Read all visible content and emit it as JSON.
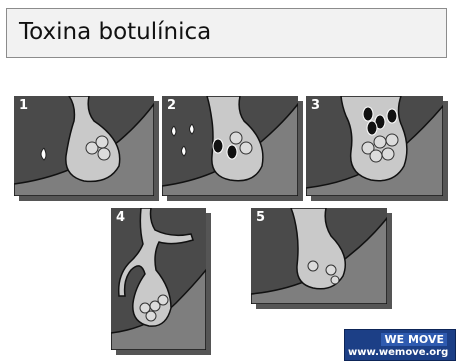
{
  "title": "Toxina botulínica",
  "panels": [
    {
      "label": "1"
    },
    {
      "label": "2"
    },
    {
      "label": "3"
    },
    {
      "label": "4"
    },
    {
      "label": "5"
    }
  ],
  "logo": {
    "brand": "WE MOVE",
    "url": "www.wemove.org"
  },
  "colors": {
    "panel_background": "#4a4a4a",
    "muscle": "#7e7e7e",
    "terminal": "#c9c9c9",
    "vesicle_light": "#dcdcdc",
    "vesicle_dark": "#111111",
    "logo_background": "#1c3f86"
  }
}
